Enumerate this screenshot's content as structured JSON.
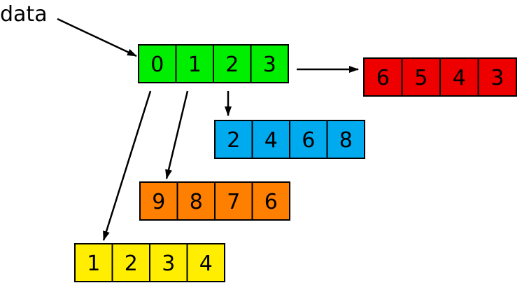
{
  "root_label": "data",
  "arrays": [
    {
      "id": "root",
      "values": [
        "0",
        "1",
        "2",
        "3"
      ],
      "color": "#00ee00"
    },
    {
      "id": "red",
      "values": [
        "6",
        "5",
        "4",
        "3"
      ],
      "color": "#ee0000"
    },
    {
      "id": "blue",
      "values": [
        "2",
        "4",
        "6",
        "8"
      ],
      "color": "#00aaee"
    },
    {
      "id": "orange",
      "values": [
        "9",
        "8",
        "7",
        "6"
      ],
      "color": "#ff7f00"
    },
    {
      "id": "yellow",
      "values": [
        "1",
        "2",
        "3",
        "4"
      ],
      "color": "#ffee00"
    }
  ],
  "links": [
    {
      "from": "label",
      "to": "root"
    },
    {
      "from": "root:0",
      "to": "yellow"
    },
    {
      "from": "root:1",
      "to": "orange"
    },
    {
      "from": "root:2",
      "to": "blue"
    },
    {
      "from": "root:3",
      "to": "red"
    }
  ]
}
